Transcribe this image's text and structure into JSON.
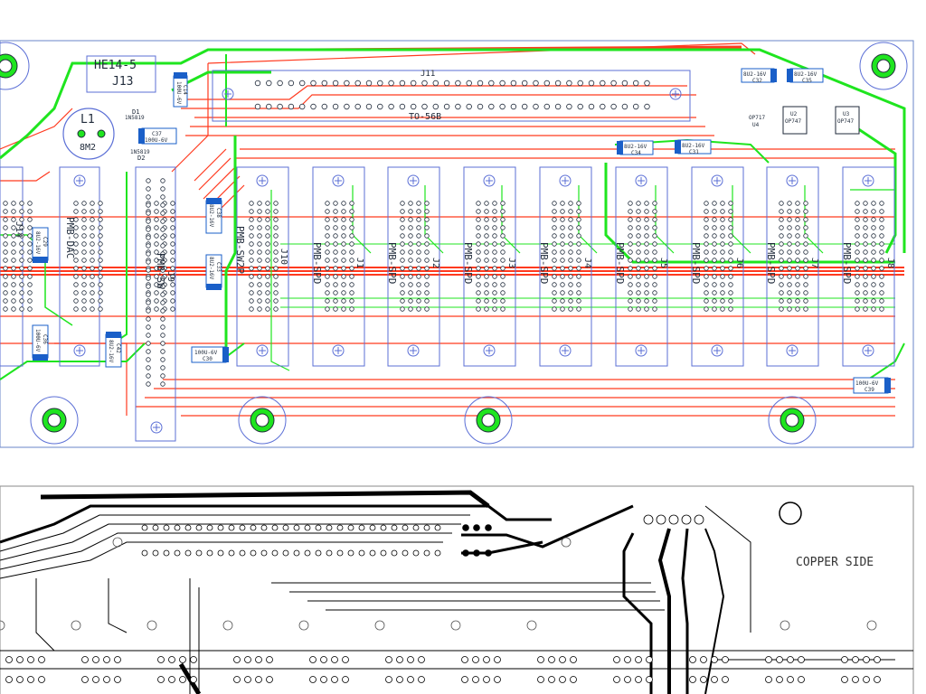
{
  "colors": {
    "top_copper": "#ff3a1f",
    "bottom_copper": "#1fe51f",
    "silkscreen": "#5b6fd6",
    "board_outline": "#6a86c8",
    "text_dark": "#1f2a3a",
    "cap_body": "#1a5fc8",
    "copper_side_trace": "#000000"
  },
  "top_view": {
    "connector_label": "HE14-5",
    "connector_ref": "J13",
    "inductor_ref": "L1",
    "inductor_value": "8M2",
    "main_header_ref": "J11",
    "main_header_footprint": "TO-56B",
    "diodes": [
      {
        "ref": "D1",
        "part": "1N5819"
      },
      {
        "ref": "D2",
        "part": "1N5819"
      }
    ],
    "module_labels": [
      {
        "ref": "J14",
        "name": "PMB-DAC"
      },
      {
        "ref": "J9",
        "name": "PMB-SW"
      },
      {
        "ref": "J10",
        "name": "PMB-SW2P"
      },
      {
        "ref": "J1",
        "name": "PMB-SPD"
      },
      {
        "ref": "J2",
        "name": "PMB-SPD"
      },
      {
        "ref": "J3",
        "name": "PMB-SPD"
      },
      {
        "ref": "J4",
        "name": "PMB-SPD"
      },
      {
        "ref": "J5",
        "name": "PMB-SPD"
      },
      {
        "ref": "J6",
        "name": "PMB-SPD"
      },
      {
        "ref": "J7",
        "name": "PMB-SPD"
      },
      {
        "ref": "J8",
        "name": "PMB-SPD"
      }
    ],
    "capacitors": [
      {
        "ref": "C32",
        "value": "8U2-16V"
      },
      {
        "ref": "C35",
        "value": "8U2-16V"
      },
      {
        "ref": "C34",
        "value": "8U2-16V"
      },
      {
        "ref": "C31",
        "value": "8U2-16V"
      },
      {
        "ref": "C37",
        "value": "100U-6V"
      },
      {
        "ref": "C14",
        "value": "100U-6V"
      },
      {
        "ref": "C30",
        "value": "100U-6V"
      },
      {
        "ref": "C39",
        "value": "100U-6V"
      },
      {
        "ref": "C33",
        "value": "8U2-16V"
      },
      {
        "ref": "C38",
        "value": "8U2-16V"
      },
      {
        "ref": "C29",
        "value": "8U2-16V"
      },
      {
        "ref": "C36",
        "value": "100U-6V"
      },
      {
        "ref": "C42",
        "value": "8U2-16V"
      }
    ],
    "ics": [
      {
        "ref": "U2",
        "part": "OP747"
      },
      {
        "ref": "U3",
        "part": "OP747"
      },
      {
        "ref": "U4",
        "part": "OP717"
      }
    ]
  },
  "bottom_view": {
    "side_label": "COPPER SIDE"
  }
}
